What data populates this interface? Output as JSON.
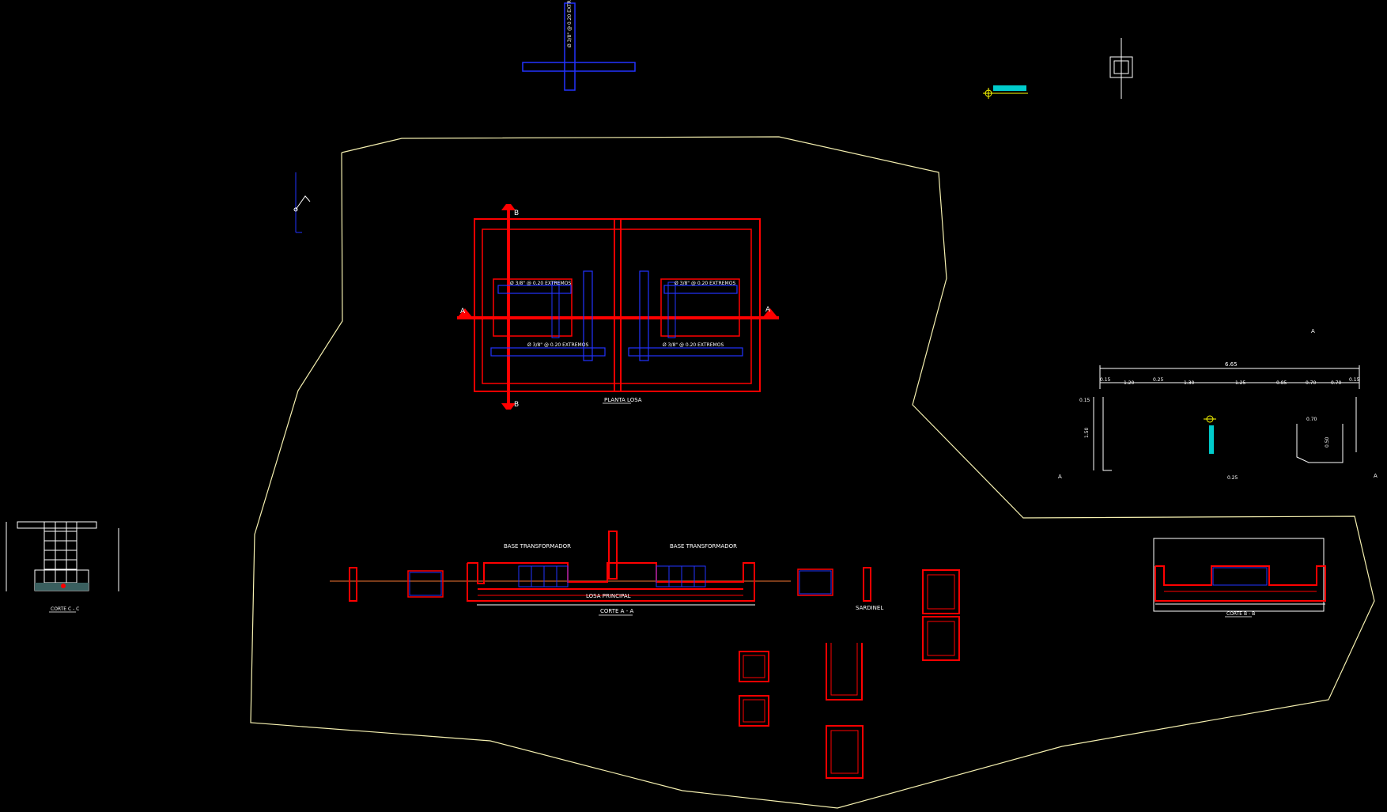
{
  "drawing": {
    "background": "#000000",
    "colors": {
      "slab": "#ff0000",
      "rebar": "#2233ff",
      "boundary": "#f5f0b0",
      "text": "#ffffff",
      "level": "#00ffff"
    },
    "plan": {
      "title": "PLANTA LOSA",
      "section_a_left": "A",
      "section_a_right": "A",
      "section_b_top": "B",
      "section_b_bottom": "B"
    },
    "section_a": {
      "label_left_base": "BASE TRANSFORMADOR",
      "label_right_base": "BASE TRANSFORMADOR",
      "label_slab": "LOSA PRINCIPAL",
      "title": "CORTE A - A",
      "label_sardinel": "SARDINEL"
    },
    "section_b": {
      "title": "CORTE B - B"
    },
    "section_c": {
      "title": "CORTE C - C"
    },
    "dimensions": {
      "total": "6.65",
      "segments": [
        "0.15",
        "1.20",
        "0.25",
        "1.30",
        "1.25",
        "0.85",
        "0.70",
        "0.70",
        "0.15"
      ],
      "left_top": "0.15",
      "left_height": "1.50",
      "inner_width": "0.70",
      "inner_height": "0.50",
      "bottom": "0.25"
    },
    "markers": {
      "far_right_a_top": "A",
      "far_right_a_left": "A",
      "far_right_a_right": "A"
    }
  }
}
